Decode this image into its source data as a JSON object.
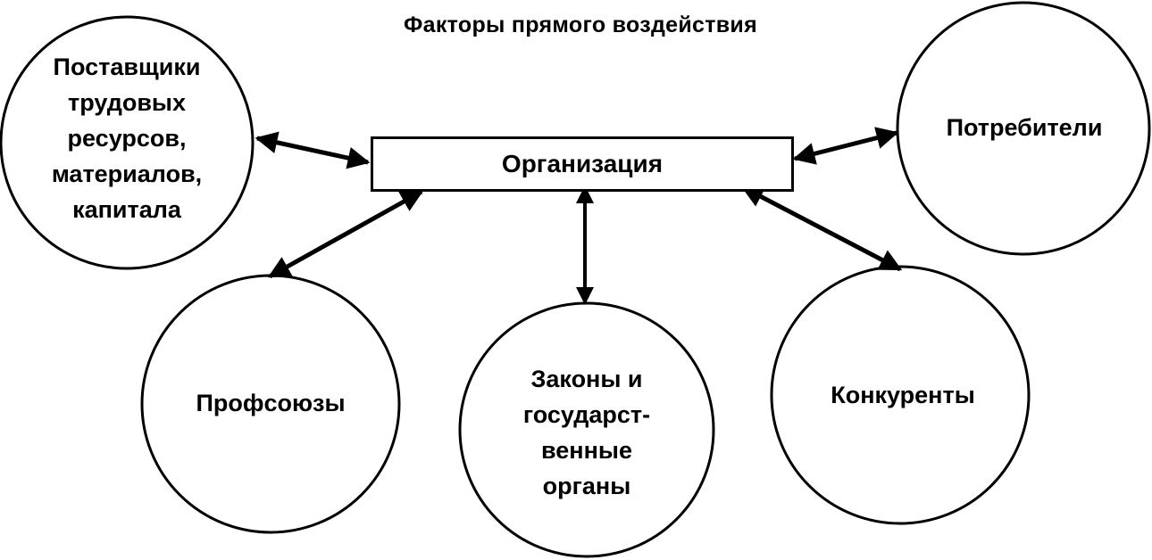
{
  "title": "Факторы прямого воздействия",
  "center": {
    "label": "Организация"
  },
  "nodes": [
    {
      "id": "suppliers",
      "lines": [
        "Поставщики",
        "трудовых",
        "ресурсов,",
        "материалов,",
        "капитала"
      ]
    },
    {
      "id": "consumers",
      "lines": [
        "Потребители"
      ]
    },
    {
      "id": "trade-unions",
      "lines": [
        "Профсоюзы"
      ]
    },
    {
      "id": "laws",
      "lines": [
        "Законы и",
        "государст-",
        "венные",
        "органы"
      ]
    },
    {
      "id": "competitors",
      "lines": [
        "Конкуренты"
      ]
    }
  ],
  "connections": [
    {
      "from": "organization",
      "to": "suppliers",
      "direction": "both"
    },
    {
      "from": "organization",
      "to": "consumers",
      "direction": "both"
    },
    {
      "from": "organization",
      "to": "trade-unions",
      "direction": "both"
    },
    {
      "from": "organization",
      "to": "laws",
      "direction": "both"
    },
    {
      "from": "organization",
      "to": "competitors",
      "direction": "both"
    }
  ],
  "colors": {
    "stroke": "#000000",
    "background": "#ffffff"
  }
}
